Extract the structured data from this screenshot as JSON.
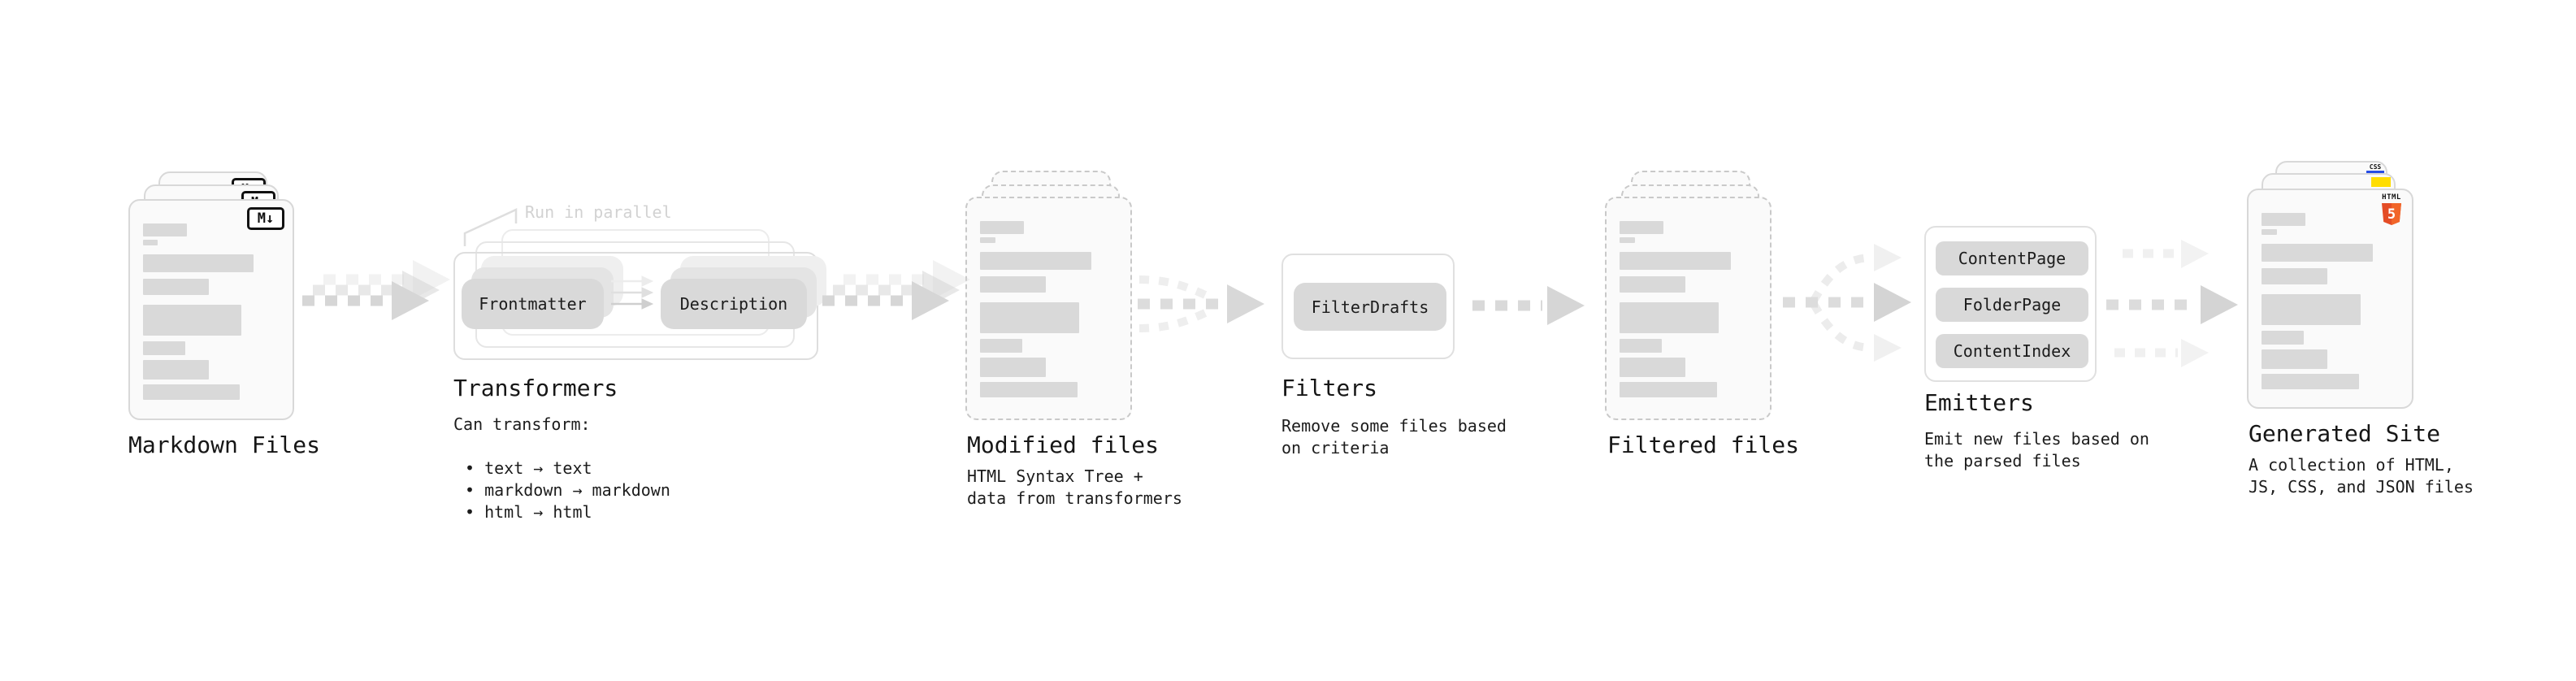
{
  "annotation": {
    "run_in_parallel": "Run in parallel"
  },
  "bullet_char": "•",
  "stages": {
    "markdown_files": {
      "label": "Markdown Files",
      "badge": "M↓"
    },
    "transformers": {
      "label": "Transformers",
      "intro": "Can transform:",
      "bullets": [
        "text → text",
        "markdown → markdown",
        "html → html"
      ],
      "pill_from": "Frontmatter",
      "pill_to": "Description"
    },
    "modified_files": {
      "label": "Modified files",
      "sublabel": "HTML Syntax Tree +\ndata from transformers"
    },
    "filters": {
      "label": "Filters",
      "pill": "FilterDrafts",
      "sublabel": "Remove some files based\non criteria"
    },
    "filtered_files": {
      "label": "Filtered files"
    },
    "emitters": {
      "label": "Emitters",
      "pills": [
        "ContentPage",
        "FolderPage",
        "ContentIndex"
      ],
      "sublabel": "Emit new files based on\nthe parsed files"
    },
    "generated_site": {
      "label": "Generated Site",
      "sublabel": "A collection of HTML,\nJS, CSS, and JSON files",
      "css_badge": "CSS",
      "html_badge": "HTML",
      "html_digit": "5"
    }
  },
  "file_card": {
    "bars": [
      {
        "w": 32,
        "h": 16,
        "mb": 4
      },
      {
        "w": 11,
        "h": 7,
        "mb": 11
      },
      {
        "w": 81,
        "h": 22,
        "mb": 8
      },
      {
        "w": 48,
        "h": 20,
        "mb": 12
      },
      {
        "w": 72,
        "h": 38,
        "mb": 7
      },
      {
        "w": 31,
        "h": 17,
        "mb": 6
      },
      {
        "w": 48,
        "h": 24,
        "mb": 6
      },
      {
        "w": 71,
        "h": 19,
        "mb": 0
      }
    ]
  },
  "colors": {
    "accent_html5": "#e44d26",
    "accent_html5_light": "#f16529",
    "accent_css": "#264de4",
    "accent_js": "#ffdd00",
    "arrow": "#d6d6d6",
    "arrow_light": "#efefef",
    "text": "#1c1c1c",
    "muted": "#d2d2d2"
  }
}
